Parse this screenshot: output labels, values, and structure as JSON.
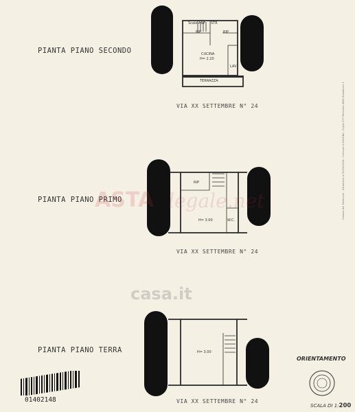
{
  "levels": {
    "second": {
      "label": "PIANTA PIANO SECONDO",
      "street": "VIA XX SETTEMBRE N° 24",
      "rooms": [
        "Scale ANF",
        "STR",
        "RIP",
        "RIP",
        "CUCINA",
        "H= 2.20",
        "LAV",
        "TERRAZZA"
      ]
    },
    "first": {
      "label": "PIANTA PIANO PRIMO",
      "street": "VIA XX SETTEMBRE N° 24",
      "rooms": [
        "RIP",
        "H= 3.00",
        "W.C."
      ]
    },
    "ground": {
      "label": "PIANTA PIANO TERRA",
      "street": "VIA XX SETTEMBRE N° 24",
      "rooms": [
        "H= 3.00"
      ]
    }
  },
  "orientation_label": "ORIENTAMENTO",
  "scale": {
    "prefix": "SCALA DI 1:",
    "value": "200"
  },
  "barcode_number": "01402148",
  "watermarks": {
    "asta": "ASTA",
    "legale": "legale.net",
    "casa": "casa.it"
  },
  "side_note": "Catasto dei Fabbricati - Situazione al 30/09/2024 - Comune di SAVONA - Foglio 277 Particella 4564 Subalterno 1",
  "colors": {
    "paper": "#f4f0e4",
    "ink": "#2a2a2a",
    "blackout": "#111111"
  }
}
